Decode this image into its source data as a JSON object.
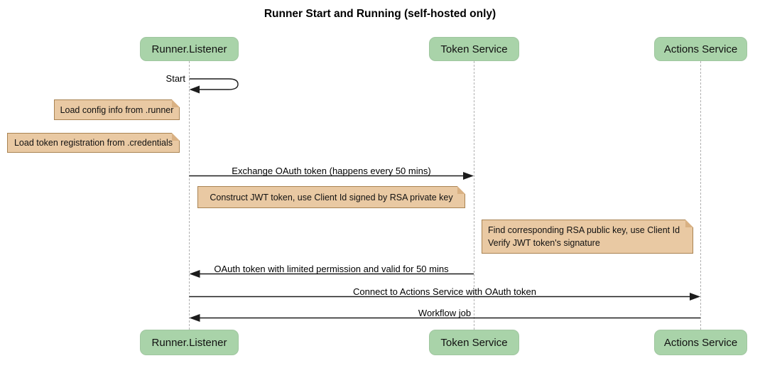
{
  "title": "Runner Start and Running (self-hosted only)",
  "actors": [
    {
      "name": "Runner.Listener"
    },
    {
      "name": "Token Service"
    },
    {
      "name": "Actions Service"
    }
  ],
  "messages": {
    "start": "Start",
    "exchange": "Exchange OAuth token (happens every 50 mins)",
    "oauth_return": "OAuth token with limited permission and valid for 50 mins",
    "connect": "Connect to Actions Service with OAuth token",
    "workflow": "Workflow job"
  },
  "notes": {
    "config": "Load config info from .runner",
    "credentials": "Load token registration from .credentials",
    "jwt": "Construct JWT token, use Client Id signed by RSA private key",
    "rsa_line1": "Find corresponding RSA public key, use Client Id",
    "rsa_line2": "Verify JWT token's signature"
  },
  "colors": {
    "actor_fill": "#a9d3a9",
    "actor_text": "#111111",
    "note_fill": "#e9c9a3",
    "note_border": "#a98352",
    "note_fold": "#d9b183",
    "lifeline": "#b0b0b0",
    "arrow": "#1c1c1c"
  }
}
